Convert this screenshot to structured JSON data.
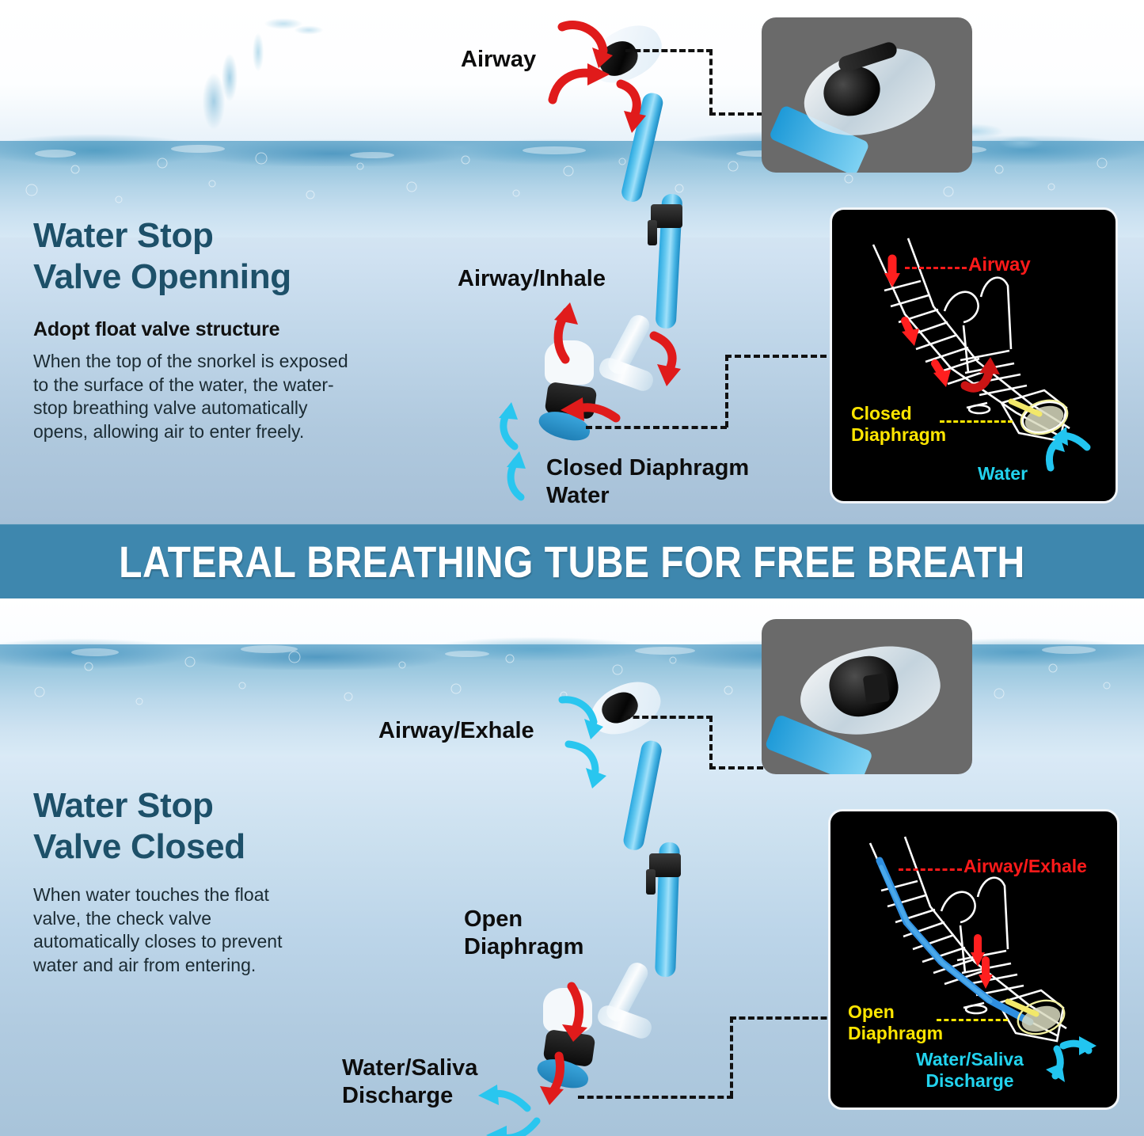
{
  "banner": {
    "text": "LATERAL BREATHING TUBE FOR FREE BREATH",
    "bg_color": "#3e87ae",
    "text_color": "#ffffff"
  },
  "colors": {
    "heading": "#1d5069",
    "body_text": "#1b2b33",
    "callout": "#0d0d0d",
    "accent_red": "#ff1a1a",
    "accent_cyan": "#22d3ee",
    "accent_yellow": "#ffe600",
    "inset_gray": "#6a6a6a",
    "inset_black": "#000000",
    "tube_blue": "#2aa8e0"
  },
  "top_section": {
    "heading_line1": "Water Stop",
    "heading_line2": "Valve Openning",
    "subheading": "Adopt float valve structure",
    "body": "When the top of the snorkel is exposed to the surface of the water, the water-stop breathing valve automatically opens, allowing air to enter freely.",
    "callouts": {
      "airway": "Airway",
      "airway_inhale": "Airway/Inhale",
      "closed_diaphragm_water": "Closed Diaphragm\nWater"
    },
    "gray_inset": {
      "caption": "snorkel-valve-open-closeup"
    },
    "black_inset": {
      "airway": "Airway",
      "closed_diaphragm": "Closed\nDiaphragm",
      "water": "Water"
    }
  },
  "bottom_section": {
    "heading_line1": "Water Stop",
    "heading_line2": "Valve Closed",
    "body": "When water touches the float valve, the check valve automatically closes to prevent water and air from entering.",
    "callouts": {
      "airway_exhale": "Airway/Exhale",
      "open_diaphragm": "Open\nDiaphragm",
      "water_saliva_discharge": "Water/Saliva\nDischarge"
    },
    "gray_inset": {
      "caption": "snorkel-valve-closed-closeup"
    },
    "black_inset": {
      "airway_exhale": "Airway/Exhale",
      "open_diaphragm": "Open\nDiaphragm",
      "water_saliva_discharge": "Water/Saliva\nDischarge"
    }
  }
}
